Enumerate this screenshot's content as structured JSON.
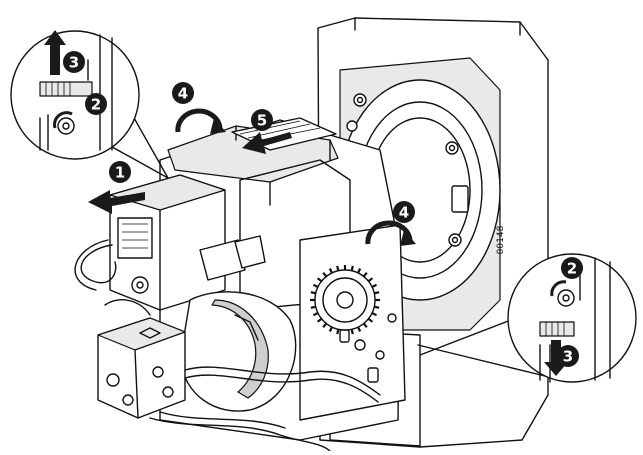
{
  "figure_code": "00148",
  "steps": [
    {
      "id": "step-1",
      "label": "1"
    },
    {
      "id": "step-2-top",
      "label": "2"
    },
    {
      "id": "step-3-top",
      "label": "3"
    },
    {
      "id": "step-4-top",
      "label": "4"
    },
    {
      "id": "step-5",
      "label": "5"
    },
    {
      "id": "step-4-right",
      "label": "4"
    },
    {
      "id": "step-2-right",
      "label": "2"
    },
    {
      "id": "step-3-right",
      "label": "3"
    }
  ],
  "colors": {
    "ink": "#111111",
    "badge": "#1a1a1a",
    "paper": "#ffffff"
  }
}
